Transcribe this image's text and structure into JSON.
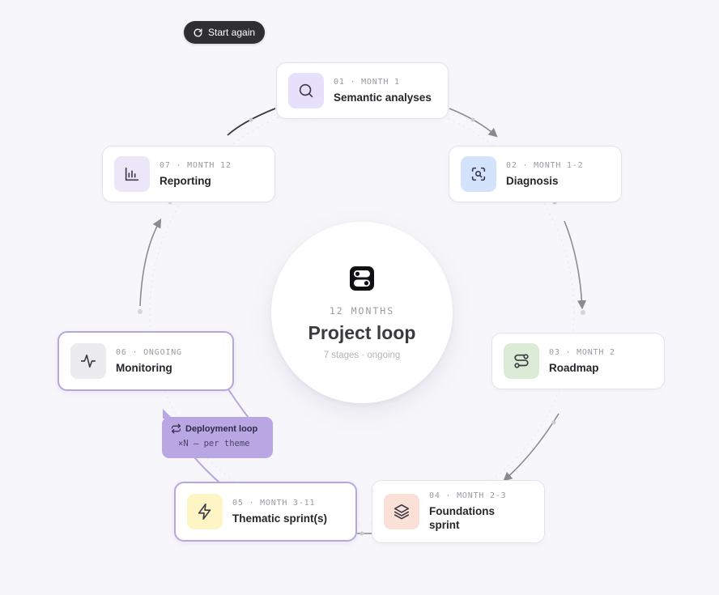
{
  "toolbar": {
    "restart_label": "Start again"
  },
  "center": {
    "kicker": "12 MONTHS",
    "title": "Project loop",
    "subtitle": "7 stages · ongoing"
  },
  "stages": [
    {
      "number": "01",
      "period": "MONTH 1",
      "meta": "01 · MONTH 1",
      "title": "Semantic analyses",
      "icon": "search-icon",
      "tile_color": "#e6e0fa",
      "icon_color": "#3c3c46"
    },
    {
      "number": "02",
      "period": "MONTH 1-2",
      "meta": "02 · MONTH 1-2",
      "title": "Diagnosis",
      "icon": "scan-search-icon",
      "tile_color": "#d3e3fc",
      "icon_color": "#3c3c46"
    },
    {
      "number": "03",
      "period": "MONTH 2",
      "meta": "03 · MONTH 2",
      "title": "Roadmap",
      "icon": "route-icon",
      "tile_color": "#dcebd6",
      "icon_color": "#3c3c46"
    },
    {
      "number": "04",
      "period": "MONTH 2-3",
      "meta": "04 · MONTH 2-3",
      "title": "Foundations sprint",
      "icon": "layers-icon",
      "tile_color": "#fbe0d7",
      "icon_color": "#3c3c46"
    },
    {
      "number": "05",
      "period": "MONTH 3-11",
      "meta": "05 · MONTH 3-11",
      "title": "Thematic sprint(s)",
      "icon": "zap-icon",
      "tile_color": "#fdf5c4",
      "icon_color": "#3c3c46"
    },
    {
      "number": "06",
      "period": "ONGOING",
      "meta": "06 · ONGOING",
      "title": "Monitoring",
      "icon": "activity-icon",
      "tile_color": "#ebebf0",
      "icon_color": "#3c3c46"
    },
    {
      "number": "07",
      "period": "MONTH 12",
      "meta": "07 · MONTH 12",
      "title": "Reporting",
      "icon": "bar-chart-icon",
      "tile_color": "#ebe6f8",
      "icon_color": "#3c3c46"
    }
  ],
  "deployment_loop": {
    "label": "Deployment loop",
    "sublabel": "×N — per theme",
    "icon": "repeat-icon",
    "color": "#b8a7e3"
  },
  "colors": {
    "accent": "#b7a6dc",
    "connector": "#8a8a92",
    "button_bg": "#2e2e33"
  }
}
